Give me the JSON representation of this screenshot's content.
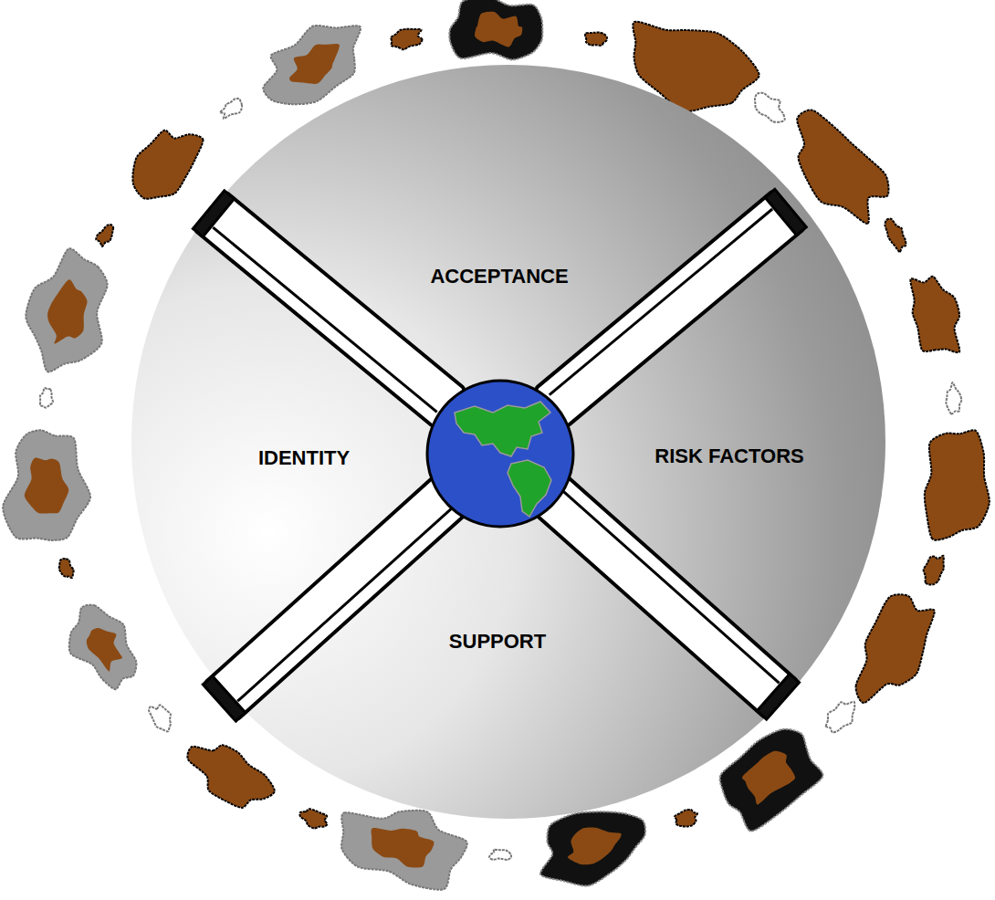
{
  "diagram": {
    "labels": [
      "ACCEPTANCE",
      "IDENTITY",
      "RISK FACTORS",
      "SUPPORT"
    ]
  }
}
